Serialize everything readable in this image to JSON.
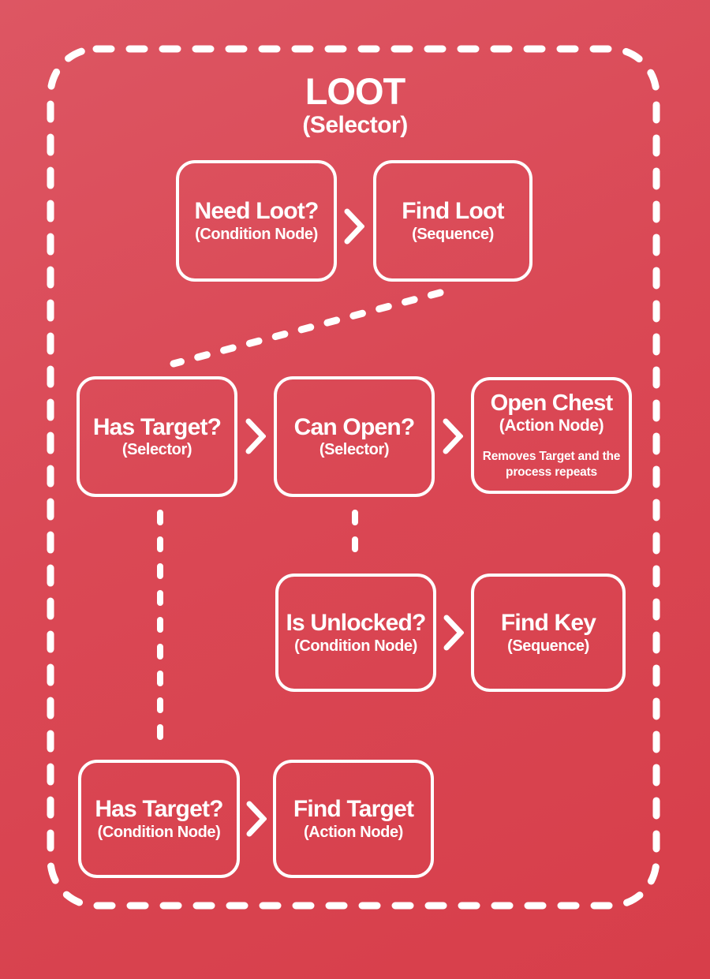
{
  "colors": {
    "background_top": "#dd5663",
    "background_bottom": "#d73e4a",
    "line": "#ffffff",
    "text": "#ffffff"
  },
  "diagram": {
    "root": {
      "title": "LOOT",
      "subtitle": "(Selector)"
    },
    "nodes": {
      "need_loot": {
        "title": "Need Loot?",
        "subtitle": "(Condition Node)"
      },
      "find_loot": {
        "title": "Find Loot",
        "subtitle": "(Sequence)"
      },
      "has_target": {
        "title": "Has Target?",
        "subtitle": "(Selector)"
      },
      "can_open": {
        "title": "Can Open?",
        "subtitle": "(Selector)"
      },
      "open_chest": {
        "title": "Open Chest",
        "subtitle": "(Action Node)",
        "description": "Removes Target and the process repeats"
      },
      "is_unlocked": {
        "title": "Is Unlocked?",
        "subtitle": "(Condition Node)"
      },
      "find_key": {
        "title": "Find Key",
        "subtitle": "(Sequence)"
      },
      "has_target_condition": {
        "title": "Has Target?",
        "subtitle": "(Condition Node)"
      },
      "find_target": {
        "title": "Find Target",
        "subtitle": "(Action Node)"
      }
    }
  }
}
